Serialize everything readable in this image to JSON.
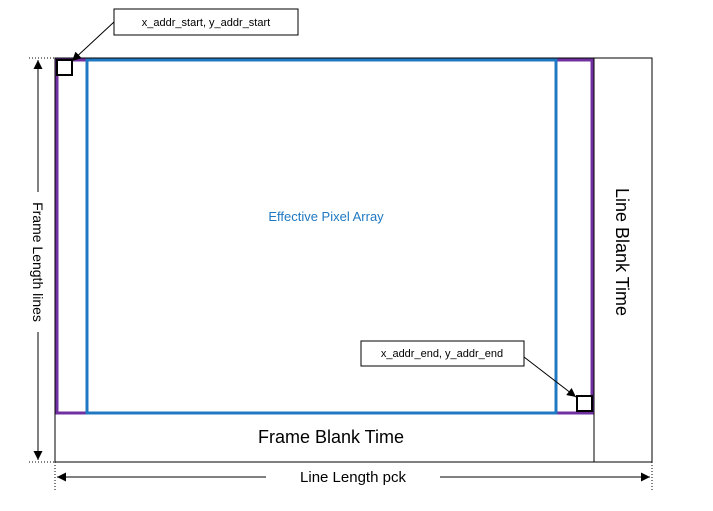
{
  "diagram": {
    "start_callout": "x_addr_start, y_addr_start",
    "end_callout": "x_addr_end, y_addr_end",
    "effective_area": "Effective Pixel Array",
    "frame_length": "Frame Length lines",
    "line_blank": "Line Blank Time",
    "frame_blank": "Frame Blank Time",
    "line_length": "Line Length pck",
    "colors": {
      "outline": "#000000",
      "readout_border": "#7030a0",
      "effective_border": "#1f78c1",
      "effective_text": "#1f78c1",
      "dimension": "#000000"
    }
  }
}
